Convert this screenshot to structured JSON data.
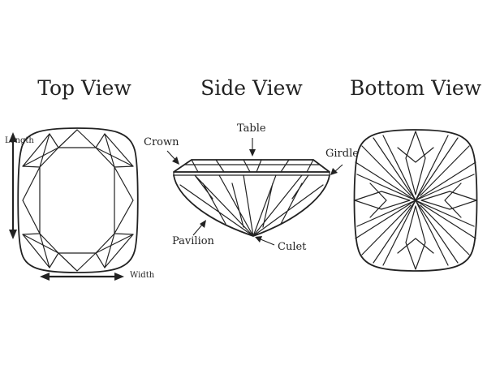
{
  "titles": {
    "top": "Top View",
    "side": "Side View",
    "bottom": "Bottom View"
  },
  "labels": {
    "length": "Length",
    "width": "Width",
    "table": "Table",
    "crown": "Crown",
    "girdle": "Girdle",
    "pavilion": "Pavilion",
    "culet": "Culet"
  },
  "colors": {
    "stroke": "#222222",
    "background": "#ffffff"
  }
}
